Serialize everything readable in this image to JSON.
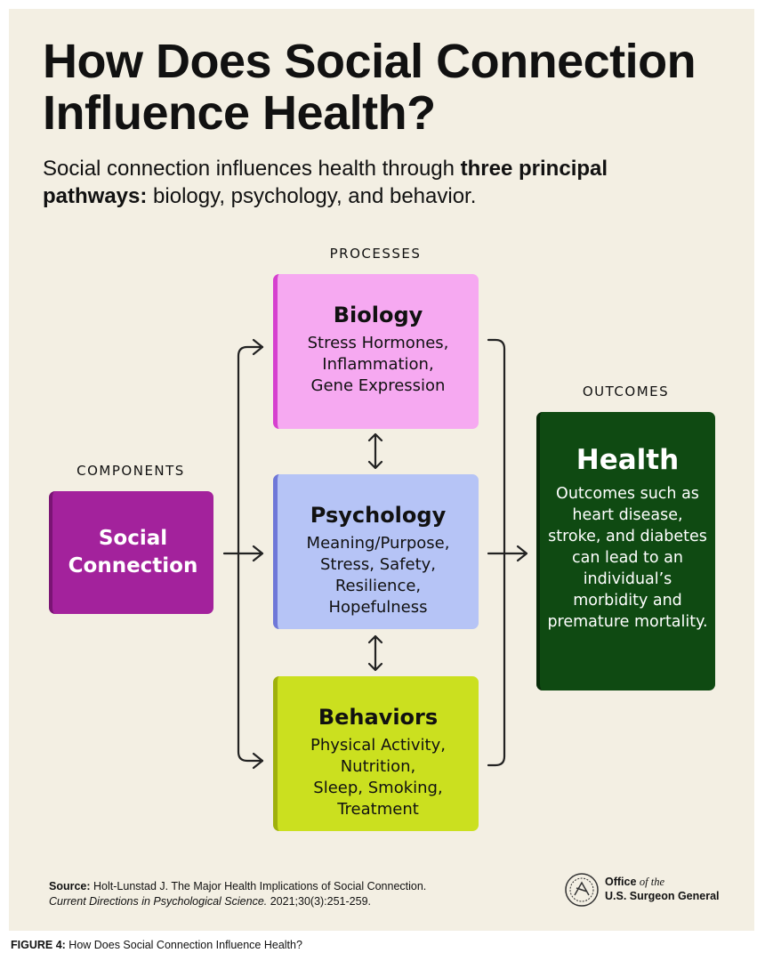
{
  "title": {
    "line1": "How Does Social Connection",
    "line2": "Influence Health?"
  },
  "subtitle": {
    "part1": "Social connection influences health through ",
    "bold": "three principal pathways:",
    "part2": " biology, psychology, and behavior."
  },
  "labels": {
    "processes": "PROCESSES",
    "components": "COMPONENTS",
    "outcomes": "OUTCOMES"
  },
  "component": {
    "line1": "Social",
    "line2": "Connection"
  },
  "processes": [
    {
      "title": "Biology",
      "lines": [
        "Stress Hormones,",
        "Inflammation,",
        "Gene Expression"
      ]
    },
    {
      "title": "Psychology",
      "lines": [
        "Meaning/Purpose,",
        "Stress, Safety,",
        "Resilience,",
        "Hopefulness"
      ]
    },
    {
      "title": "Behaviors",
      "lines": [
        "Physical Activity,",
        "Nutrition,",
        "Sleep, Smoking,",
        "Treatment"
      ]
    }
  ],
  "outcome": {
    "title": "Health",
    "text": "Outcomes such as heart disease, stroke, and diabetes can lead to an individual’s morbidity and premature mortality."
  },
  "source": {
    "label": "Source:",
    "text": " Holt-Lunstad J. The Major Health Implications of Social Connection.",
    "journal": "Current Directions in Psychological Science.",
    "citation": " 2021;30(3):251-259."
  },
  "logo": {
    "office": "Office",
    "of_the": "of the",
    "name": "U.S. Surgeon General"
  },
  "caption": {
    "label": "FIGURE 4:",
    "text": " How Does Social Connection Influence Health?"
  },
  "colors": {
    "biology": "#f6a9f1",
    "psychology": "#b6c4f6",
    "behaviors": "#cbe01f",
    "social": "#a3229c",
    "health": "#0f4a12",
    "background": "#f3efe3"
  }
}
